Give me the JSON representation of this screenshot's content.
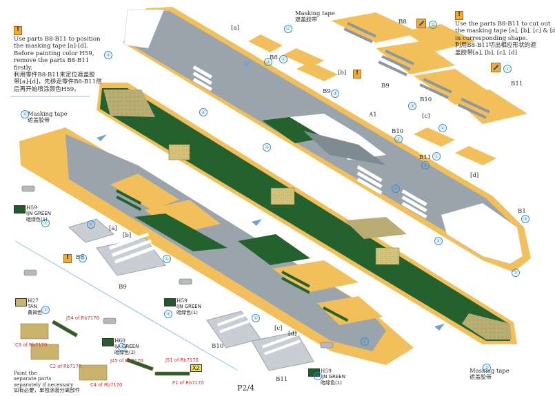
{
  "notes": {
    "top_left": {
      "lines": [
        "Use parts B8-B11 to position",
        "the masking tape [a]-[d].",
        "Before painting color H59,",
        "remove the parts B8-B11",
        "firstly."
      ],
      "cn_lines": [
        "利用零件B8-B11来定位遮盖胶",
        "带[a]-[d]，先移走零件B8-B11然",
        "后再开始喷涂颜色H59。"
      ]
    },
    "top_right": {
      "lines": [
        "Use the parts B8-B11 to cut out",
        "the masking tape [a], [b], [c] & [d]",
        "in corresponding shape."
      ],
      "cn_lines": [
        "利用B8-B11切出相应形状的遮",
        "盖胶带[a], [b], [c], [d]"
      ]
    },
    "bottom_left": {
      "lines": [
        "Paint the",
        "separate parts",
        "separately if necessary"
      ],
      "cn_lines": [
        "如有必要，单独涂装分离部件"
      ]
    }
  },
  "masking_tape": {
    "label": "Masking tape",
    "cn": "遮盖胶带"
  },
  "tape_labels": [
    "[a]",
    "[b]",
    "[c]",
    "[d]"
  ],
  "parts": {
    "b1": "B1",
    "a1": "A1",
    "b8": "B8",
    "b9": "B9",
    "b10": "B10",
    "b11": "B11"
  },
  "paints": {
    "h59": {
      "code": "H59",
      "name": "IJN GREEN",
      "cn": "暗绿色(1)",
      "color": "#1f5a2b"
    },
    "h60": {
      "code": "H60",
      "name": "IJA GREEN",
      "cn": "暗绿色(2)",
      "color": "#2c5d31"
    },
    "h27": {
      "code": "H27",
      "name": "TAN",
      "cn": "黄褐色",
      "color": "#c9b36d"
    }
  },
  "sprue_refs": {
    "c3": "C3 of Rb7170",
    "c2": "C2 of Rb7170",
    "c4": "C4 of Rb7170",
    "j54": "J54 of Rb7170",
    "j45": "J45 of Rb7170",
    "j51": "J51 of Rb7170",
    "p1": "P1 of Rb7170"
  },
  "quantity": "X2",
  "page": "P2/4",
  "steps": {
    "one": "①",
    "two": "②",
    "three": "③",
    "four": "④"
  },
  "colors": {
    "deck_grey": "#9aa4ad",
    "deck_green": "#23622e",
    "tape_yellow": "#f2bf5a",
    "stripe_white": "#ffffff",
    "arrow_blue": "#6fa3d6",
    "label_red": "#d8282a"
  }
}
